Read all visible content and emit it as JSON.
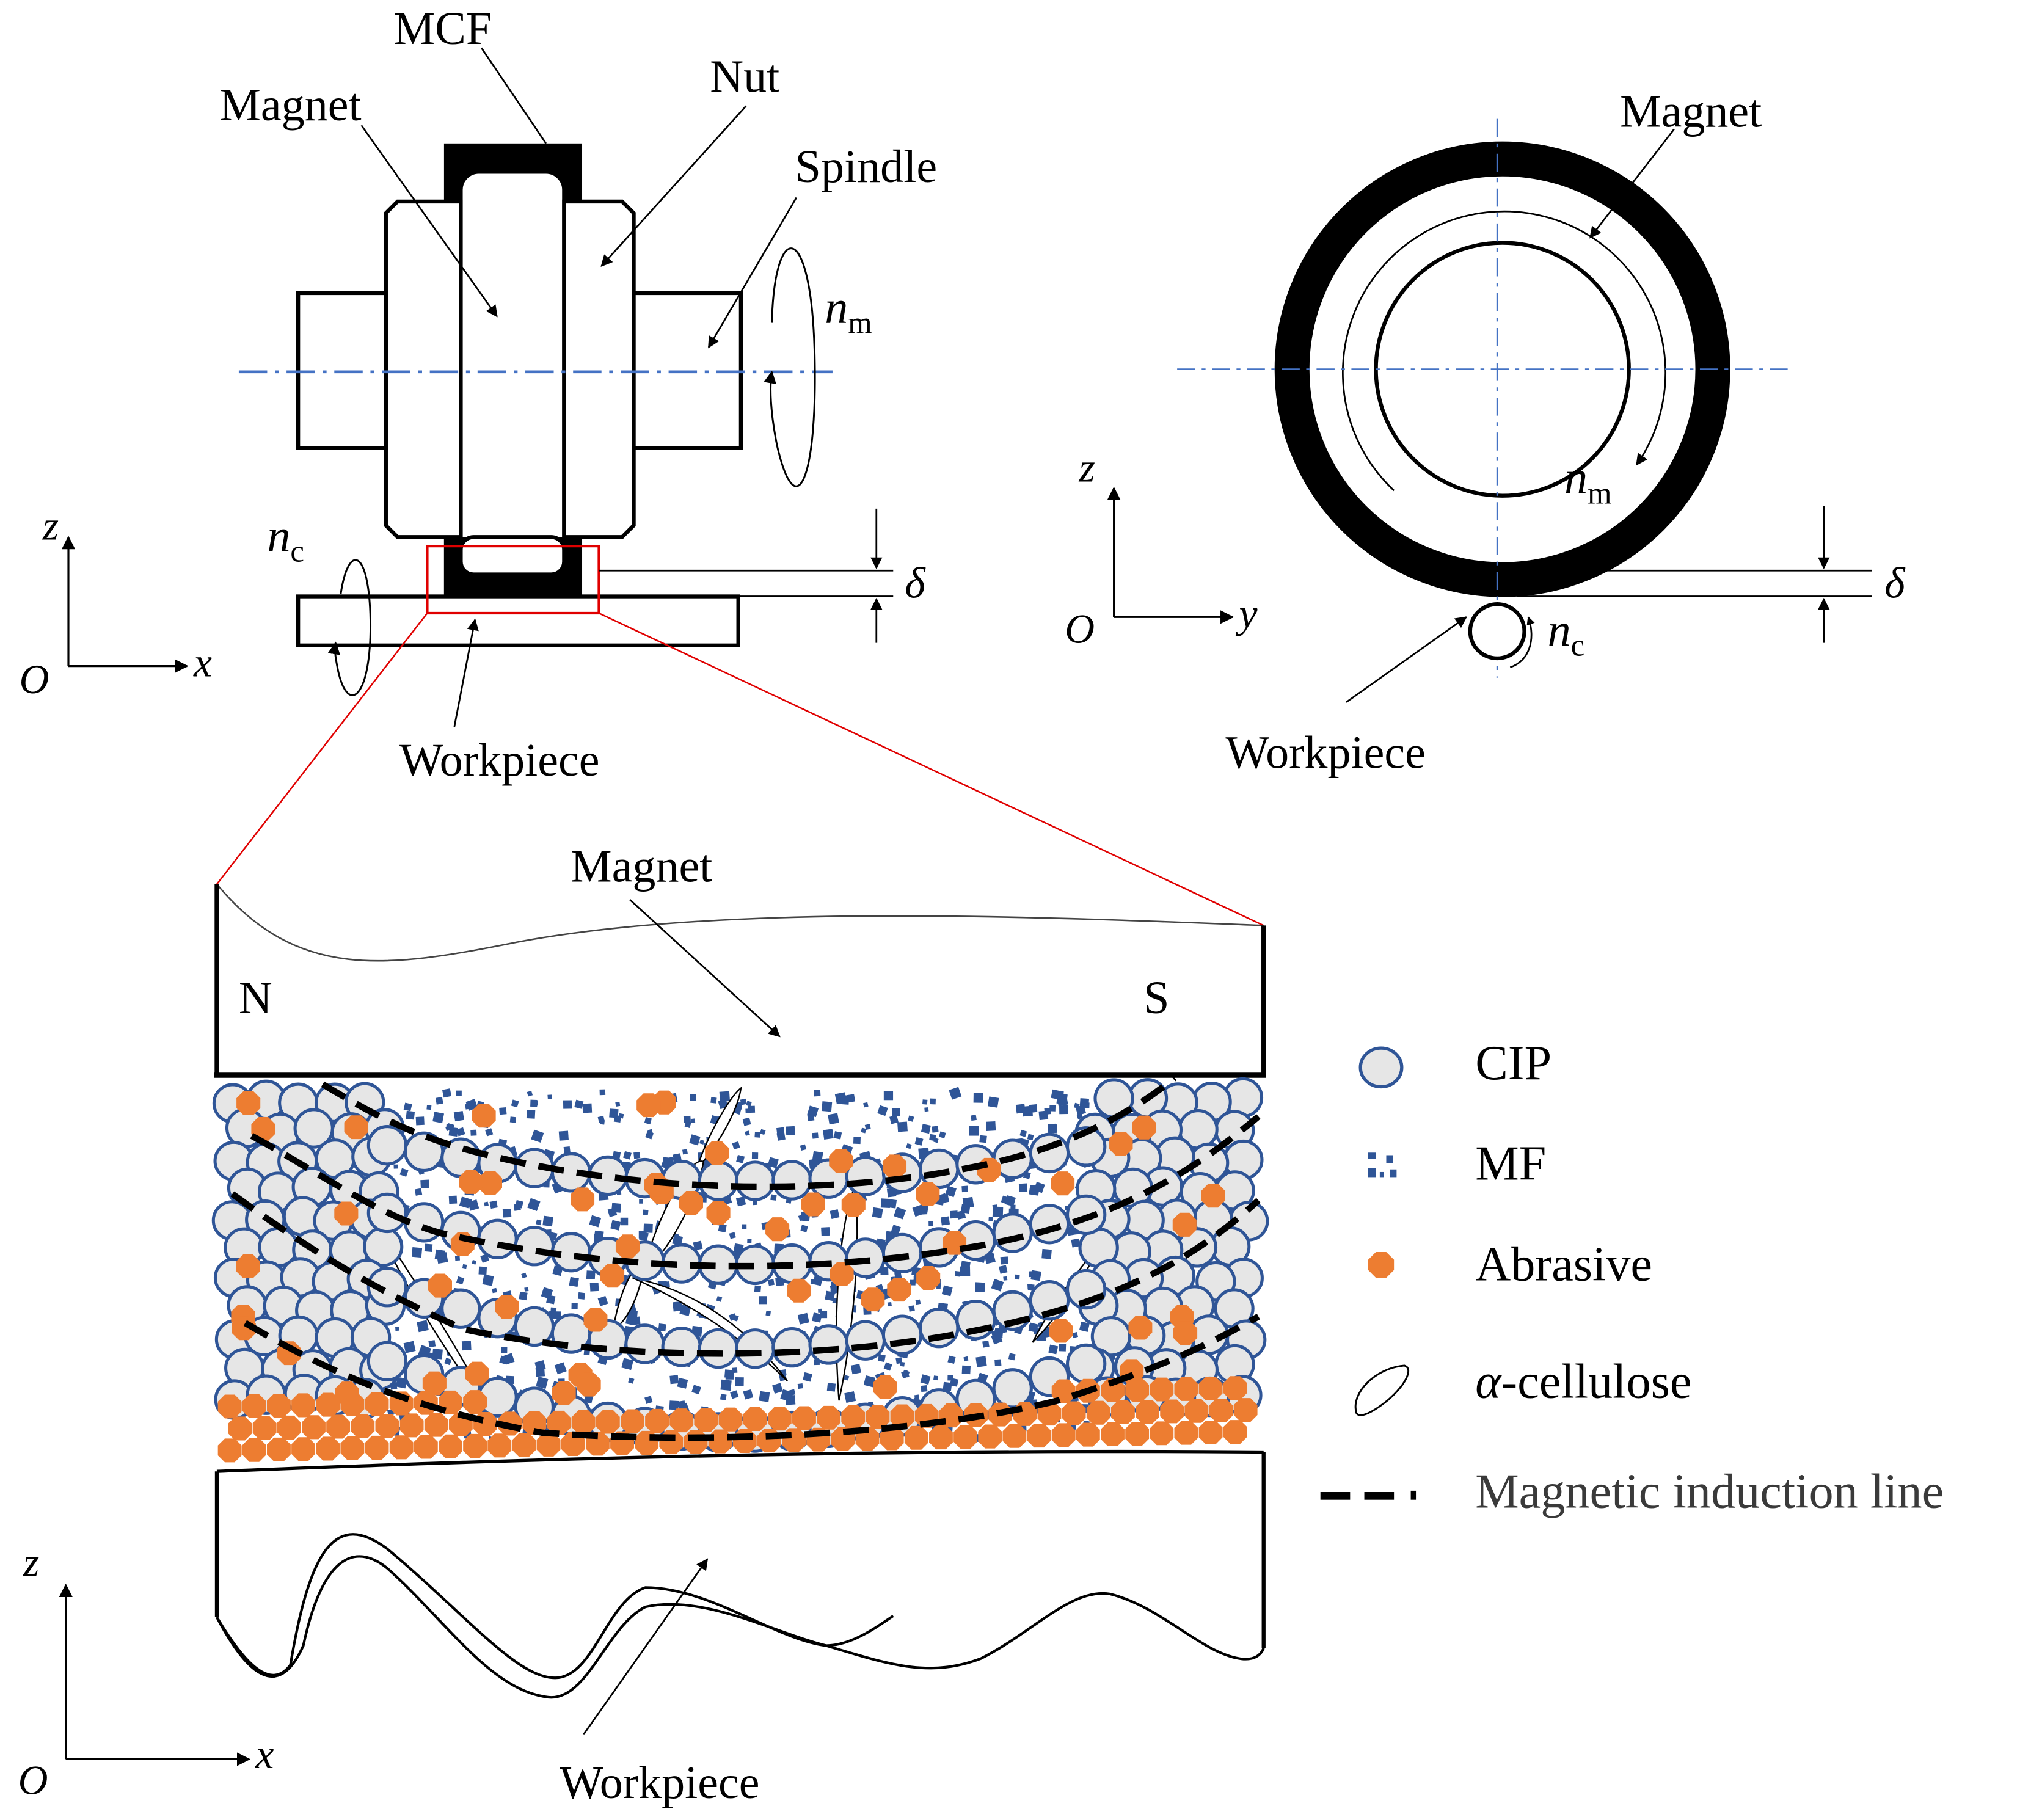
{
  "side_view": {
    "labels": {
      "mcf": "MCF",
      "magnet": "Magnet",
      "nut": "Nut",
      "spindle": "Spindle",
      "workpiece": "Workpiece",
      "n_m_main": "n",
      "n_m_sub": "m",
      "n_c_main": "n",
      "n_c_sub": "c",
      "delta": "δ"
    },
    "axes": {
      "vertical": "z",
      "horizontal": "x",
      "origin": "O"
    }
  },
  "front_view": {
    "labels": {
      "magnet": "Magnet",
      "workpiece": "Workpiece",
      "n_m_main": "n",
      "n_m_sub": "m",
      "n_c_main": "n",
      "n_c_sub": "c",
      "delta": "δ"
    },
    "axes": {
      "vertical": "z",
      "horizontal": "y",
      "origin": "O"
    }
  },
  "detail_view": {
    "labels": {
      "magnet": "Magnet",
      "north_pole": "N",
      "south_pole": "S",
      "workpiece": "Workpiece"
    },
    "axes": {
      "vertical": "z",
      "horizontal": "x",
      "origin": "O"
    }
  },
  "legend": {
    "items": [
      {
        "key": "cip",
        "label": "CIP"
      },
      {
        "key": "mf",
        "label": "MF"
      },
      {
        "key": "abrasive",
        "label": "Abrasive"
      },
      {
        "key": "cellulose",
        "label_prefix": "α",
        "label": "-cellulose"
      },
      {
        "key": "induction",
        "label": "Magnetic induction line"
      }
    ]
  },
  "colors": {
    "cip_fill": "#e6e6e6",
    "cip_stroke": "#2f5597",
    "mf": "#2f5597",
    "abrasive": "#ed7d31",
    "axis_centerline": "#4472c4",
    "zoom_box": "#e00000",
    "ink": "#000000"
  }
}
